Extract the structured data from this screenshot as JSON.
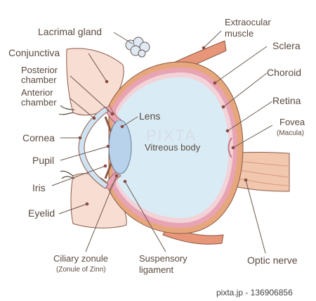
{
  "labels": {
    "lacrimal_gland": "Lacrimal gland",
    "extraocular_muscle_1": "Extraocular",
    "extraocular_muscle_2": "muscle",
    "conjunctiva": "Conjunctiva",
    "sclera": "Sclera",
    "posterior_chamber_1": "Posterior",
    "posterior_chamber_2": "chamber",
    "choroid": "Choroid",
    "anterior_chamber_1": "Anterior",
    "anterior_chamber_2": "chamber",
    "retina": "Retina",
    "lens": "Lens",
    "fovea": "Fovea",
    "macula": "(Macula)",
    "cornea": "Cornea",
    "vitreous_body": "Vitreous body",
    "pupil": "Pupil",
    "iris": "Iris",
    "eyelid": "Eyelid",
    "ciliary_zonule": "Ciliary zonule",
    "zonule_of_zinn": "(Zonule of Zinn)",
    "suspensory_1": "Suspensory",
    "suspensory_2": "ligament",
    "optic_nerve": "Optic nerve"
  },
  "watermark": "PIXTA",
  "credit": "pixta.jp - 136906856",
  "colors": {
    "vitreous": "#d9ecf6",
    "sclera": "#e7a77c",
    "choroid": "#e8a3b4",
    "retina": "#f2d3d8",
    "lens": "#b8d2ec",
    "skin": "#f8ddd3",
    "muscle": "#e8967a",
    "leader": "#6a5a50"
  }
}
